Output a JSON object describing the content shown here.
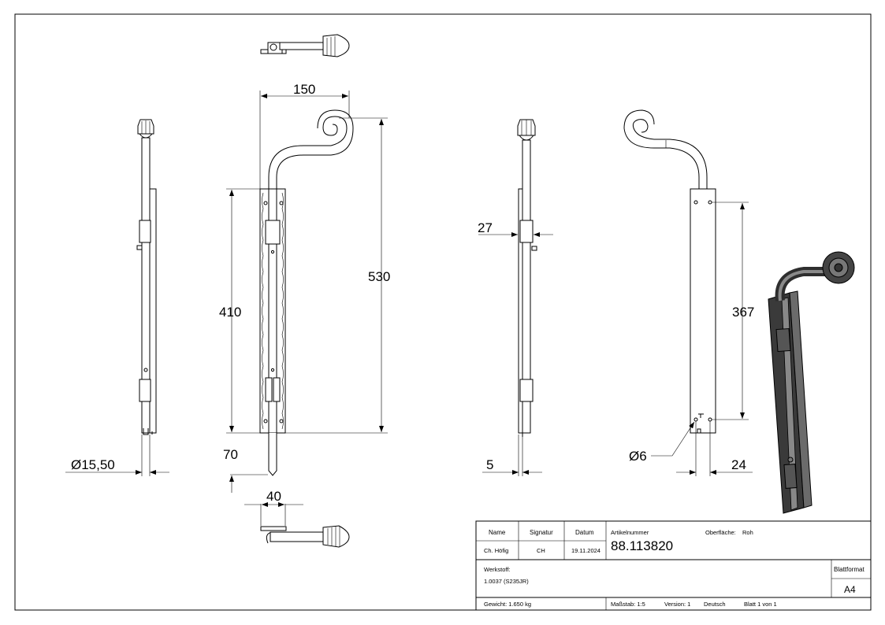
{
  "drawing": {
    "dimensions": {
      "width_150": "150",
      "height_530": "530",
      "height_410": "410",
      "offset_70": "70",
      "depth_40": "40",
      "diameter_15_50": "Ø15,50",
      "width_27": "27",
      "thickness_5": "5",
      "height_367": "367",
      "hole_diameter_6": "Ø6",
      "hole_spacing_24": "24"
    }
  },
  "title_block": {
    "headers": {
      "name": "Name",
      "signatur": "Signatur",
      "datum": "Datum",
      "artikelnummer": "Artikelnummer",
      "oberflaeche": "Oberfläche:",
      "blattformat": "Blattformat"
    },
    "values": {
      "name": "Ch. Höfig",
      "signatur": "CH",
      "datum": "19.11.2024",
      "artikelnummer": "88.113820",
      "oberflaeche": "Roh",
      "blattformat": "A4"
    },
    "material": {
      "label": "Werkstoff:",
      "value": "1.0037 (S235JR)"
    },
    "footer": {
      "gewicht": "Gewicht: 1.650 kg",
      "massstab": "Maßstab: 1:5",
      "version": "Version: 1",
      "sprache": "Deutsch",
      "blatt": "Blatt 1 von 1"
    }
  },
  "colors": {
    "line": "#000000",
    "paper": "#ffffff",
    "iso_dark": "#3a3a3a",
    "iso_mid": "#6b6b6b"
  }
}
